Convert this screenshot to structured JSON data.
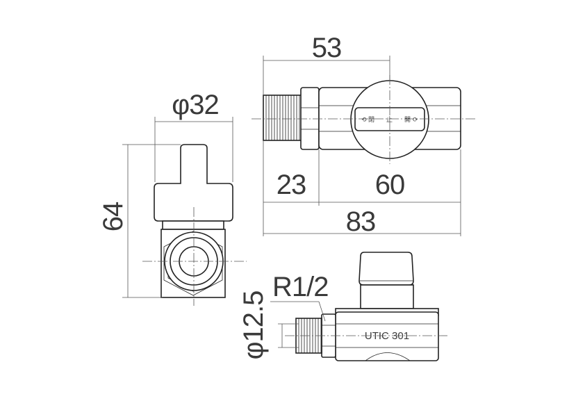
{
  "dimensions": {
    "phi32": "φ32",
    "d53": "53",
    "d23": "23",
    "d60": "60",
    "d83": "83",
    "d64": "64",
    "r12": "R1/2",
    "phi125": "φ12.5"
  },
  "marking": {
    "model": "UTIC  301"
  },
  "colors": {
    "line": "#222222",
    "dimension": "#555555",
    "text": "#3a3a3a"
  },
  "icons": {
    "flow_left": "arrow-left-icon",
    "flow_right": "arrow-right-icon"
  }
}
